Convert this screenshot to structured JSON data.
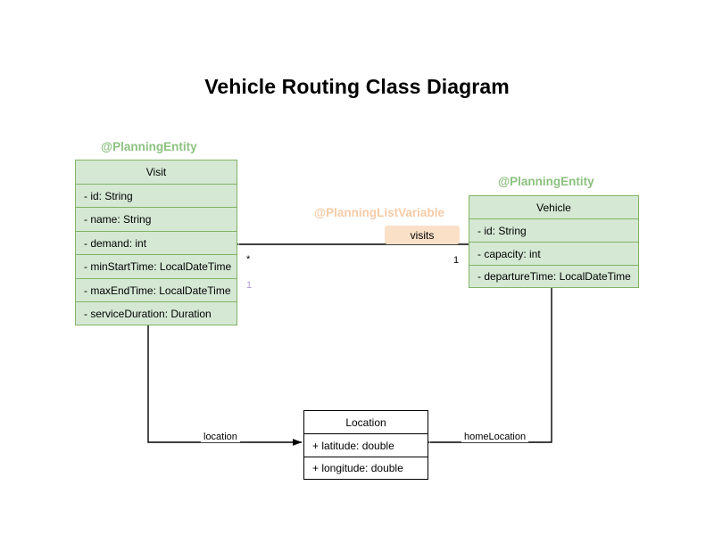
{
  "diagram": {
    "title": "Vehicle Routing Class Diagram",
    "background_color": "#ffffff",
    "entity_fill": "#d5e8d4",
    "entity_border": "#82b366",
    "annotation_green": "#8cc17f",
    "annotation_orange": "#f5cba6",
    "badge_fill": "#fbe0c8",
    "line_color": "#000000",
    "lilac_color": "#b39ddb"
  },
  "classes": {
    "visit": {
      "stereotype": "@PlanningEntity",
      "name": "Visit",
      "attributes": [
        "- id: String",
        "- name: String",
        "- demand: int",
        "- minStartTime: LocalDateTime",
        "- maxEndTime: LocalDateTime",
        "- serviceDuration: Duration"
      ]
    },
    "vehicle": {
      "stereotype": "@PlanningEntity",
      "name": "Vehicle",
      "attributes": [
        "- id: String",
        "- capacity: int",
        "- departureTime: LocalDateTime"
      ]
    },
    "location": {
      "name": "Location",
      "attributes": [
        "+ latitude: double",
        "+ longitude: double"
      ]
    }
  },
  "relationships": {
    "visits": {
      "stereotype": "@PlanningListVariable",
      "label": "visits",
      "source_multiplicity": "1",
      "target_multiplicity": "*",
      "inverse_multiplicity": "1"
    },
    "visit_location": {
      "label": "location"
    },
    "vehicle_home_location": {
      "label": "homeLocation"
    }
  }
}
